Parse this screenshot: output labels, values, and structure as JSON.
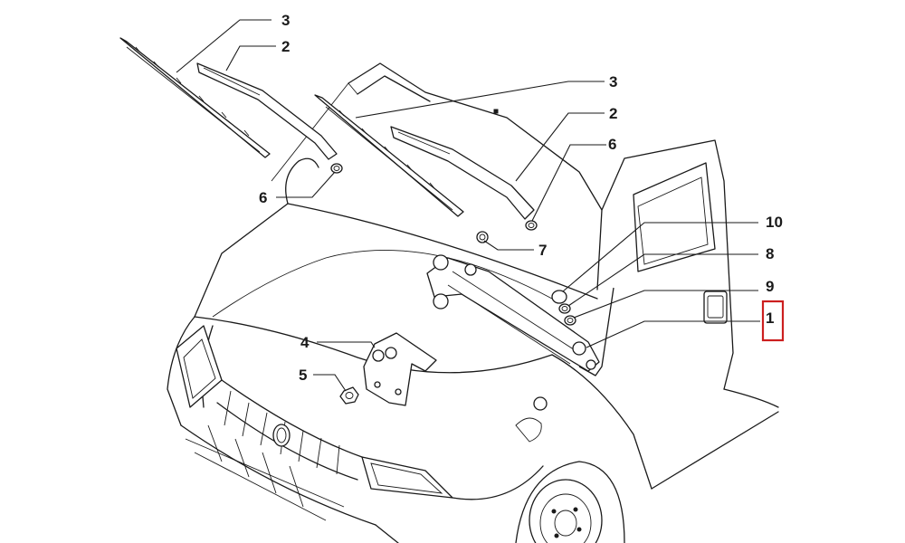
{
  "callouts": [
    {
      "id": "c3a",
      "label": "3"
    },
    {
      "id": "c2a",
      "label": "2"
    },
    {
      "id": "c3b",
      "label": "3"
    },
    {
      "id": "c2b",
      "label": "2"
    },
    {
      "id": "c6a",
      "label": "6"
    },
    {
      "id": "c6b",
      "label": "6"
    },
    {
      "id": "c7",
      "label": "7"
    },
    {
      "id": "c10",
      "label": "10"
    },
    {
      "id": "c8",
      "label": "8"
    },
    {
      "id": "c9",
      "label": "9"
    },
    {
      "id": "c1",
      "label": "1"
    },
    {
      "id": "c4",
      "label": "4"
    },
    {
      "id": "c5",
      "label": "5"
    }
  ],
  "highlight": {
    "callout": "1",
    "color": "#cc1f1f"
  },
  "colors": {
    "ink": "#1a1a1a",
    "background": "#ffffff"
  }
}
